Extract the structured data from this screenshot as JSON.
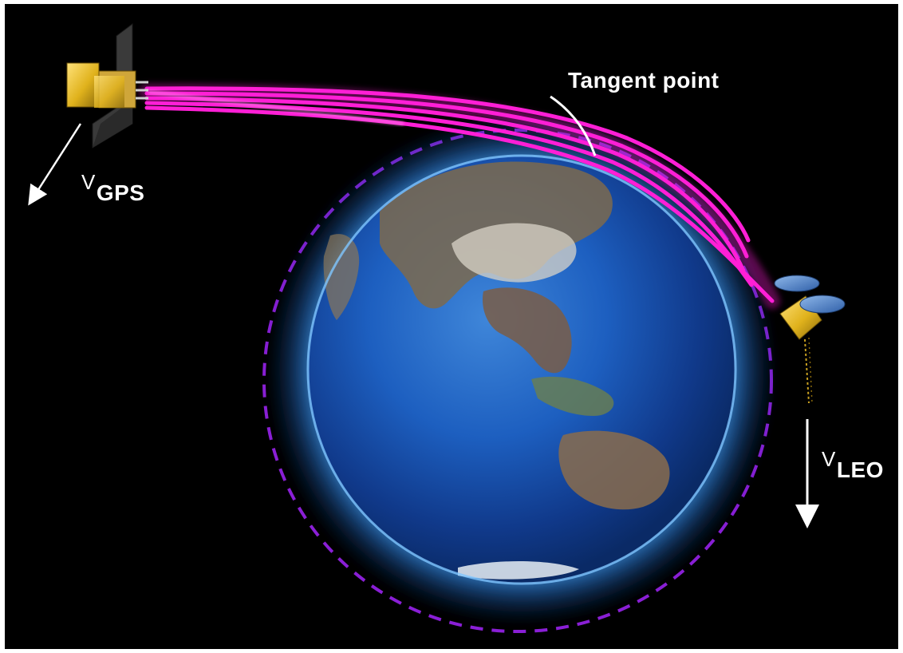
{
  "labels": {
    "tangent_point": "Tangent point",
    "v_gps_symbol": "V",
    "v_gps_subscript": "GPS",
    "v_leo_symbol": "V",
    "v_leo_subscript": "LEO"
  },
  "colors": {
    "background": "#000000",
    "signal_rays": "#ff1fd6",
    "orbit_dashes": "#8a1fd6",
    "earth_ocean": "#1d5fc0",
    "atmosphere_glow": "#5ab4ff",
    "satellite_body": "#e0b21c",
    "solar_panel_blue": "#4a7fc4",
    "velocity_arrows": "#ffffff"
  },
  "icons": {
    "gps_satellite": "gps-satellite-icon",
    "leo_satellite": "leo-satellite-icon",
    "earth": "earth-globe-icon"
  }
}
